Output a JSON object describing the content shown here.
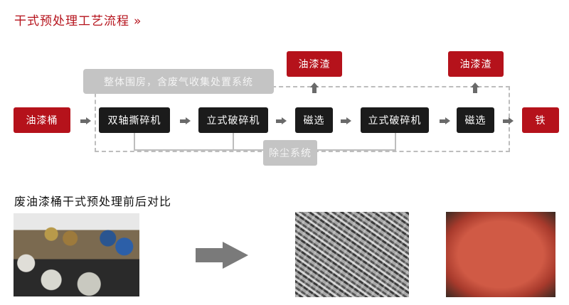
{
  "title": "干式预处理工艺流程",
  "title_chevron": "»",
  "enclosure_label": "整体围房，含废气收集处置系统",
  "dust_label": "除尘系统",
  "input": "油漆桶",
  "steps": [
    "双轴撕碎机",
    "立式破碎机",
    "磁选",
    "立式破碎机",
    "磁选"
  ],
  "output": "铁",
  "byproducts": [
    "油漆渣",
    "油漆渣"
  ],
  "comparison_title": "废油漆桶干式预处理前后对比",
  "colors": {
    "red": "#b5121b",
    "black": "#1b1b1b",
    "gray": "#c4c4c4"
  }
}
